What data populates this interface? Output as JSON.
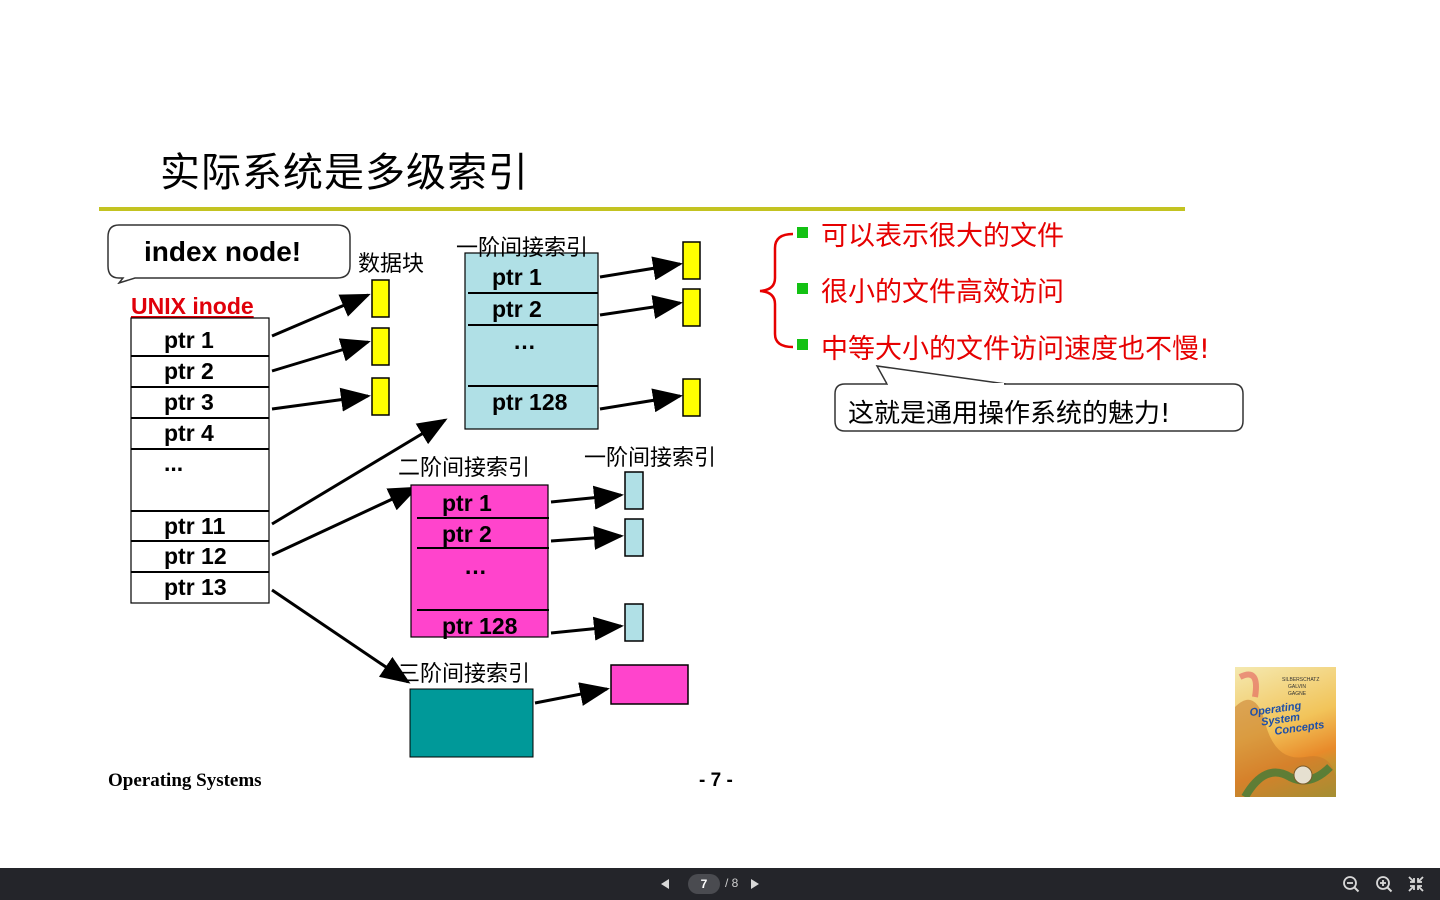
{
  "slide": {
    "title": "实际系统是多级索引",
    "index_node_bubble": "index node!",
    "unix_inode_label": "UNIX inode",
    "data_block_label": "数据块",
    "level1_label": "一阶间接索引",
    "level2_label": "二阶间接索引",
    "level2_sub_label": "一阶间接索引",
    "level3_label": "三阶间接索引",
    "inode_rows": [
      "ptr 1",
      "ptr 2",
      "ptr 3",
      "ptr 4",
      "...",
      "ptr 11",
      "ptr 12",
      "ptr 13"
    ],
    "level1_rows": [
      "ptr 1",
      "ptr 2",
      "…",
      "ptr 128"
    ],
    "level2_rows": [
      "ptr 1",
      "ptr 2",
      "…",
      "ptr 128"
    ],
    "bullets": [
      "可以表示很大的文件",
      "很小的文件高效访问",
      "中等大小的文件访问速度也不慢!"
    ],
    "callout": "这就是通用操作系统的魅力!",
    "footer_left": "Operating Systems",
    "footer_page": "- 7 -",
    "book_cover": {
      "authors": [
        "SILBERSCHATZ",
        "GALVIN",
        "GAGNE"
      ],
      "title_lines": [
        "Operating",
        "System",
        "Concepts"
      ]
    },
    "colors": {
      "rule": "#c3c321",
      "data_block": "#ffff00",
      "level1_box": "#b0e0e6",
      "level2_box": "#ff44cc",
      "level3_box": "#009999",
      "bullet": "#13c113",
      "bullet_text": "#e60000"
    }
  },
  "toolbar": {
    "prev_icon": "triangle-left-icon",
    "next_icon": "triangle-right-icon",
    "current_page": "7",
    "total_pages": "/ 8",
    "zoom_out_icon": "zoom-out-icon",
    "zoom_in_icon": "zoom-in-icon",
    "fit_icon": "collapse-icon"
  }
}
